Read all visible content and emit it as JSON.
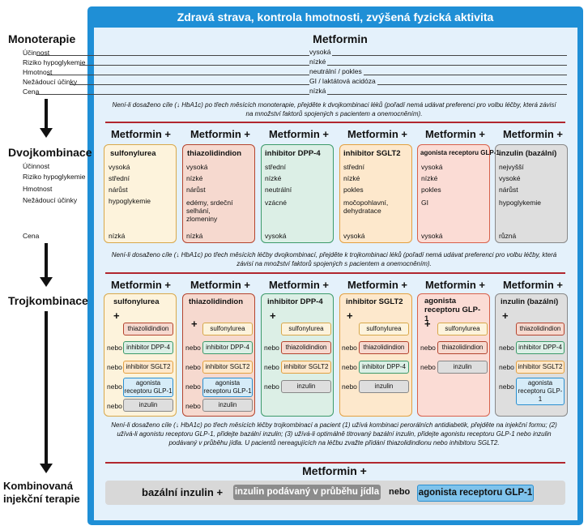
{
  "header": "Zdravá strava, kontrola hmotnosti, zvýšená fyzická aktivita",
  "sections": {
    "mono": "Monoterapie",
    "dual": "Dvojkombinace",
    "triple": "Trojkombinace",
    "inj": "Kombinovaná injekční terapie"
  },
  "row_labels": [
    "Účinnost",
    "Riziko hypoglykemie",
    "Hmotnost",
    "Nežádoucí účinky",
    "Cena"
  ],
  "mono": {
    "title": "Metformin",
    "values": [
      "vysoká",
      "nízké",
      "neutrální / pokles",
      "GI / laktátová acidóza",
      "nízká"
    ]
  },
  "notes": {
    "n1": "Není-li dosaženo cíle (↓ HbA1c) po třech měsících monoterapie, přejděte k dvojkombinaci léků (pořadí nemá udávat preferenci pro volbu léčby, která závisí na množství faktorů spojených s pacientem a onemocněním).",
    "n2": "Není-li dosaženo cíle (↓ HbA1c) po třech měsících léčby dvojkombinací, přejděte k trojkombinaci léků (pořadí nemá udávat preferenci pro volbu léčby, která závisí na množství faktorů spojených s pacientem a onemocněním).",
    "n3": "Není-li dosaženo cíle (↓ HbA1c) po třech měsících léčby trojkombinací a pacient (1) užívá kombinaci perorálních antidiabetik, přejděte na injekční formu; (2) užívá-li agonistu receptoru GLP-1, přidejte bazální inzulin; (3) užívá-li optimálně titrovaný bazální inzulin, přidejte agonistu receptoru GLP-1 nebo inzulin podávaný v průběhu jídla. U pacientů nereagujících na léčbu zvažte přidání thiazolidindionu nebo inhibitoru SGLT2."
  },
  "metformin_plus": "Metformin +",
  "plus": "+",
  "nebo": "nebo",
  "dual": [
    {
      "title": "sulfonylurea",
      "values": [
        "vysoká",
        "střední",
        "nárůst",
        "hypoglykemie",
        "nízká"
      ]
    },
    {
      "title": "thiazolidindion",
      "values": [
        "vysoká",
        "nízké",
        "nárůst",
        "edémy, srdeční selhání, zlomeniny",
        "nízká"
      ]
    },
    {
      "title": "inhibitor DPP-4",
      "values": [
        "střední",
        "nízké",
        "neutrální",
        "vzácné",
        "vysoká"
      ]
    },
    {
      "title": "inhibitor SGLT2",
      "values": [
        "střední",
        "nízké",
        "pokles",
        "močopohlavní, dehydratace",
        "vysoká"
      ]
    },
    {
      "title": "agonista receptoru GLP-1",
      "values": [
        "vysoká",
        "nízké",
        "pokles",
        "GI",
        "vysoká"
      ]
    },
    {
      "title": "inzulin (bazální)",
      "values": [
        "nejvyšší",
        "vysoké",
        "nárůst",
        "hypoglykemie",
        "různá"
      ]
    }
  ],
  "triple": [
    {
      "title": "sulfonylurea",
      "items": [
        "thiazolidindion",
        "inhibitor DPP-4",
        "inhibitor SGLT2",
        "agonista receptoru GLP-1",
        "inzulin"
      ]
    },
    {
      "title": "thiazolidindion",
      "items": [
        "sulfonylurea",
        "inhibitor DPP-4",
        "inhibitor SGLT2",
        "agonista receptoru GLP-1",
        "inzulin"
      ]
    },
    {
      "title": "inhibitor DPP-4",
      "items": [
        "sulfonylurea",
        "thiazolidindion",
        "inhibitor SGLT2",
        "inzulin"
      ]
    },
    {
      "title": "inhibitor SGLT2",
      "items": [
        "sulfonylurea",
        "thiazolidindion",
        "inhibitor DPP-4",
        "inzulin"
      ]
    },
    {
      "title": "agonista receptoru GLP-1",
      "items": [
        "sulfonylurea",
        "thiazolidindion",
        "inzulin"
      ]
    },
    {
      "title": "inzulin (bazální)",
      "items": [
        "thiazolidindion",
        "inhibitor DPP-4",
        "inhibitor SGLT2",
        "agonista receptoru GLP-1"
      ]
    }
  ],
  "inj": {
    "title": "Metformin +",
    "basal": "bazální inzulin +",
    "meal": "inzulin podávaný v průběhu jídla",
    "nebo": "nebo",
    "glp1": "agonista receptoru GLP-1"
  },
  "colors": {
    "frame": "#1f8fd6",
    "inner": "#e4f1fb",
    "red": "#b1272e",
    "sulfonylurea_bg": "#fdf3dc",
    "sulfonylurea_border": "#d8a84a",
    "thiazolidindion_bg": "#f6d9cf",
    "thiazolidindion_border": "#b4442e",
    "dpp4_bg": "#dcefe6",
    "dpp4_border": "#3c9a6a",
    "sglt2_bg": "#fde8cc",
    "sglt2_border": "#e3a040",
    "glp1_bg": "#fbdcd5",
    "glp1_border": "#d8604a",
    "insulin_bg": "#dedede",
    "insulin_border": "#888888"
  }
}
